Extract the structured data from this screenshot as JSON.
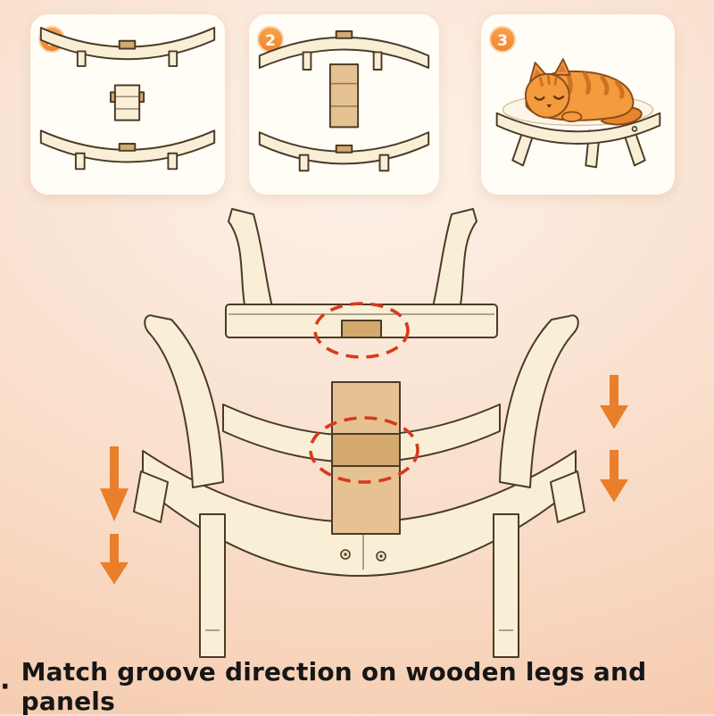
{
  "page": {
    "background_top": "#fdf2e9",
    "background_bottom": "#f5c7a9"
  },
  "steps": [
    {
      "number": "1"
    },
    {
      "number": "2"
    },
    {
      "number": "3"
    }
  ],
  "caption": {
    "bullet": "·",
    "text": "Match groove direction on wooden legs and panels"
  },
  "colors": {
    "badge": "#f1862f",
    "badge_ring": "#fbd3a6",
    "arrow": "#e97f2b",
    "highlight": "#d8391b",
    "wood": "#f9efd7",
    "wood_tan": "#e6c292",
    "wood_groove": "#d3a96e",
    "outline": "#4a3b26",
    "card": "#fffdf6",
    "text": "#161616"
  }
}
